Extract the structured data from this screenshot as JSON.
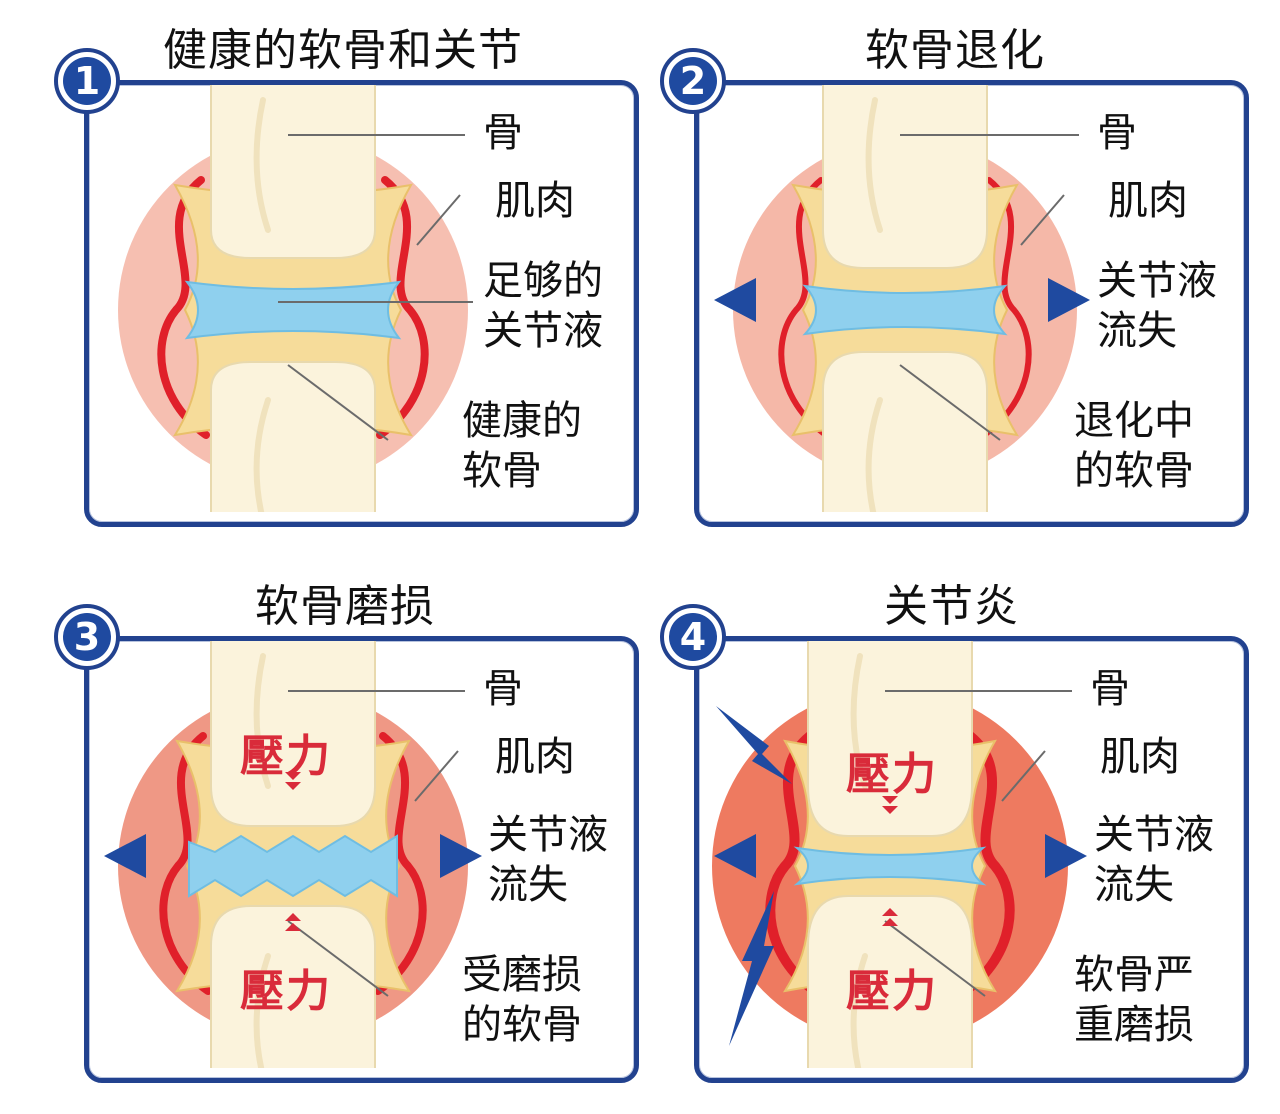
{
  "colors": {
    "frame": "#22428f",
    "badge": "#1f4aa0",
    "bone": "#fbf3dc",
    "cartilage": "#f6dc9a",
    "fluid": "#8fd0ee",
    "muscle": "#e0202a",
    "halo_mild": "#f5b8a8",
    "halo_strong": "#ee7a60",
    "pressure_text": "#d92b3a",
    "arrow": "#1f4aa0"
  },
  "panels": [
    {
      "badge": "1",
      "title": "健康的软骨和关节",
      "labels": {
        "bone": "骨",
        "muscle": "肌肉",
        "fluid_line1": "足够的",
        "fluid_line2": "关节液",
        "cartilage_line1": "健康的",
        "cartilage_line2": "软骨"
      }
    },
    {
      "badge": "2",
      "title": "软骨退化",
      "labels": {
        "bone": "骨",
        "muscle": "肌肉",
        "fluid_line1": "关节液",
        "fluid_line2": "流失",
        "cartilage_line1": "退化中",
        "cartilage_line2": "的软骨"
      }
    },
    {
      "badge": "3",
      "title": "软骨磨损",
      "pressure_top": "壓力",
      "pressure_bottom": "壓力",
      "labels": {
        "bone": "骨",
        "muscle": "肌肉",
        "fluid_line1": "关节液",
        "fluid_line2": "流失",
        "cartilage_line1": "受磨损",
        "cartilage_line2": "的软骨"
      }
    },
    {
      "badge": "4",
      "title": "关节炎",
      "pressure_top": "壓力",
      "pressure_bottom": "壓力",
      "labels": {
        "bone": "骨",
        "muscle": "肌肉",
        "fluid_line1": "关节液",
        "fluid_line2": "流失",
        "cartilage_line1": "软骨严",
        "cartilage_line2": "重磨损"
      }
    }
  ]
}
